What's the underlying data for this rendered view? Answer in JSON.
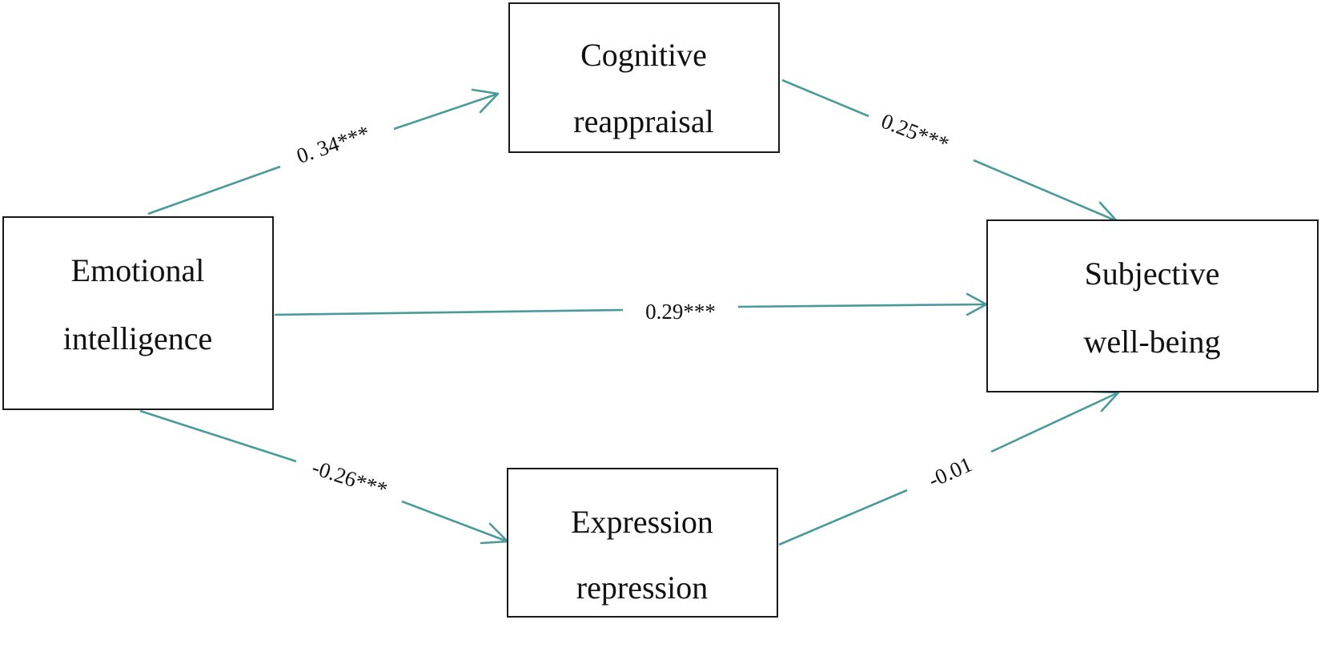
{
  "nodes": {
    "emotional_intelligence": {
      "line1": "Emotional",
      "line2": "intelligence"
    },
    "cognitive_reappraisal": {
      "line1": "Cognitive",
      "line2": "reappraisal"
    },
    "subjective_well_being": {
      "line1": "Subjective",
      "line2": "well-being"
    },
    "expression_repression": {
      "line1": "Expression",
      "line2": "repression"
    }
  },
  "edges": {
    "ei_to_cr": {
      "from": "Emotional intelligence",
      "to": "Cognitive reappraisal",
      "label": "0. 34***"
    },
    "cr_to_swb": {
      "from": "Cognitive reappraisal",
      "to": "Subjective well-being",
      "label": "0.25***"
    },
    "ei_to_swb": {
      "from": "Emotional intelligence",
      "to": "Subjective well-being",
      "label": "0.29***"
    },
    "ei_to_er": {
      "from": "Emotional intelligence",
      "to": "Expression repression",
      "label": "-0.26***"
    },
    "er_to_swb": {
      "from": "Expression repression",
      "to": "Subjective well-being",
      "label": "-0.01"
    }
  },
  "colors": {
    "edge": "#4a9a9c",
    "node_border": "#1a1a1a",
    "text": "#111111"
  }
}
